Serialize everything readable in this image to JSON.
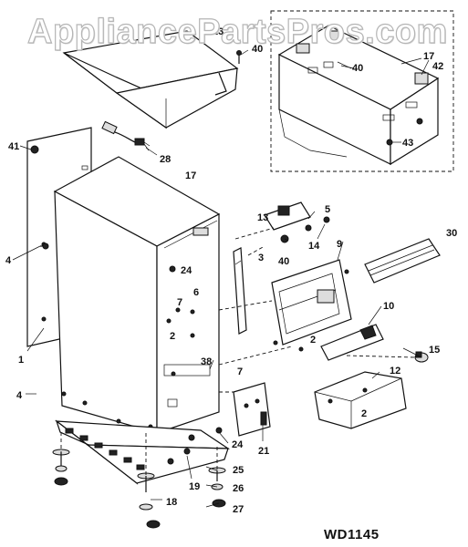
{
  "watermark": "AppliancePartsPros.com",
  "model_code": "WD1145",
  "callouts": {
    "c1": "1",
    "c2a": "2",
    "c2b": "2",
    "c2c": "2",
    "c3": "3",
    "c4a": "4",
    "c4b": "4",
    "c5": "5",
    "c6": "6",
    "c7a": "7",
    "c7b": "7",
    "c9": "9",
    "c10": "10",
    "c12": "12",
    "c13": "13",
    "c14": "14",
    "c15": "15",
    "c17a": "17",
    "c17b": "17",
    "c18": "18",
    "c19": "19",
    "c21": "21",
    "c23": "23",
    "c24a": "24",
    "c24b": "24",
    "c25": "25",
    "c26": "26",
    "c27": "27",
    "c28": "28",
    "c30": "30",
    "c38": "38",
    "c40a": "40",
    "c40b": "40",
    "c40c": "40",
    "c41": "41",
    "c42": "42",
    "c43": "43"
  }
}
